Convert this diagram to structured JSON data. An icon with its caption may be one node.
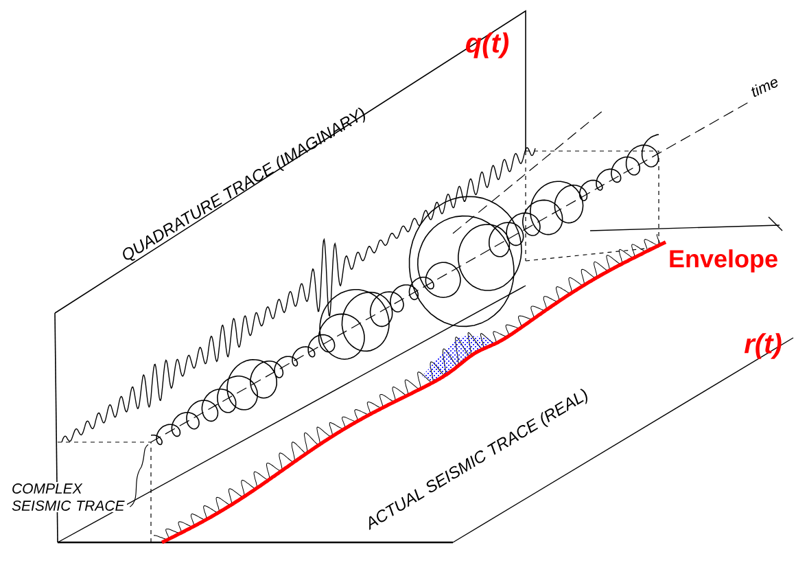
{
  "diagram": {
    "nodes": [
      {
        "text": [
          "COMPLEX SEISMIC TRACE"
        ]
      },
      {
        "text": [],
        "shape": "spiral"
      }
    ],
    "edges": [
      {
        "from": 0,
        "to": 1,
        "arrow": "none"
      }
    ],
    "labels": [
      "q(t)",
      "QUADRATURE TRACE (IMAGINARY)",
      "time",
      "Envelope",
      "r(t)",
      "ACTUAL SEISMIC TRACE (REAL)"
    ]
  }
}
